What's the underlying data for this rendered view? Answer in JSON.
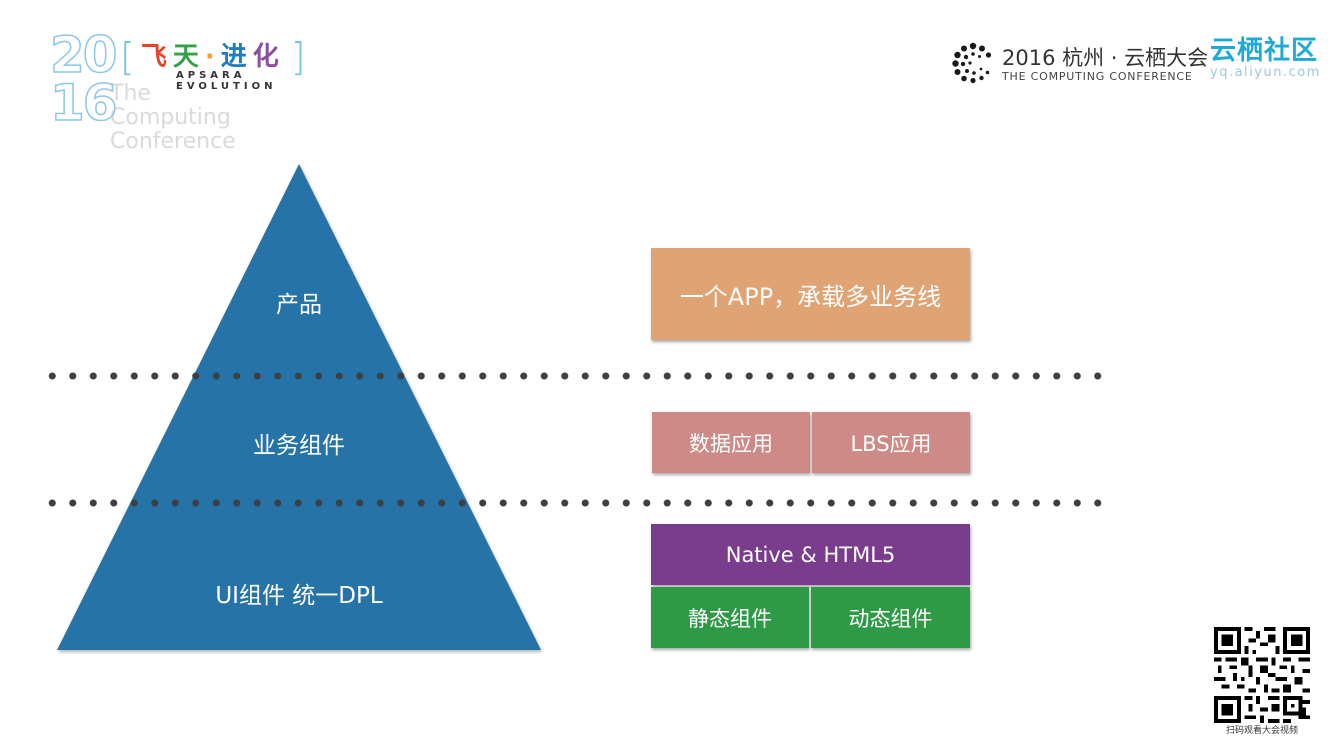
{
  "header": {
    "event_logo": {
      "year_top": "20",
      "year_bottom": "16",
      "ghost_lines": [
        "The",
        "Computing",
        "Conference"
      ],
      "title_chars": [
        "飞",
        "天",
        "·",
        "进",
        "化"
      ],
      "subtitle": "APSARA EVOLUTION"
    },
    "conference_logo": {
      "line1": "2016 杭州 · 云栖大会",
      "line2": "THE COMPUTING CONFERENCE"
    },
    "community_logo": {
      "name": "云栖社区",
      "url": "yq.aliyun.com"
    }
  },
  "pyramid": {
    "color": "#2673a8",
    "tiers": [
      {
        "label": "产品"
      },
      {
        "label": "业务组件"
      },
      {
        "label": "UI组件 统一DPL"
      }
    ]
  },
  "boxes": {
    "product": "一个APP，承载多业务线",
    "business": [
      "数据应用",
      "LBS应用"
    ],
    "tech": "Native & HTML5",
    "ui": [
      "静态组件",
      "动态组件"
    ]
  },
  "colors": {
    "product": "#e0a374",
    "business": "#cd8a86",
    "tech": "#7a3d8d",
    "ui": "#2e9a46",
    "dots": "#3d3f47"
  },
  "footer": {
    "qr_caption": "扫码观看大会视频"
  }
}
